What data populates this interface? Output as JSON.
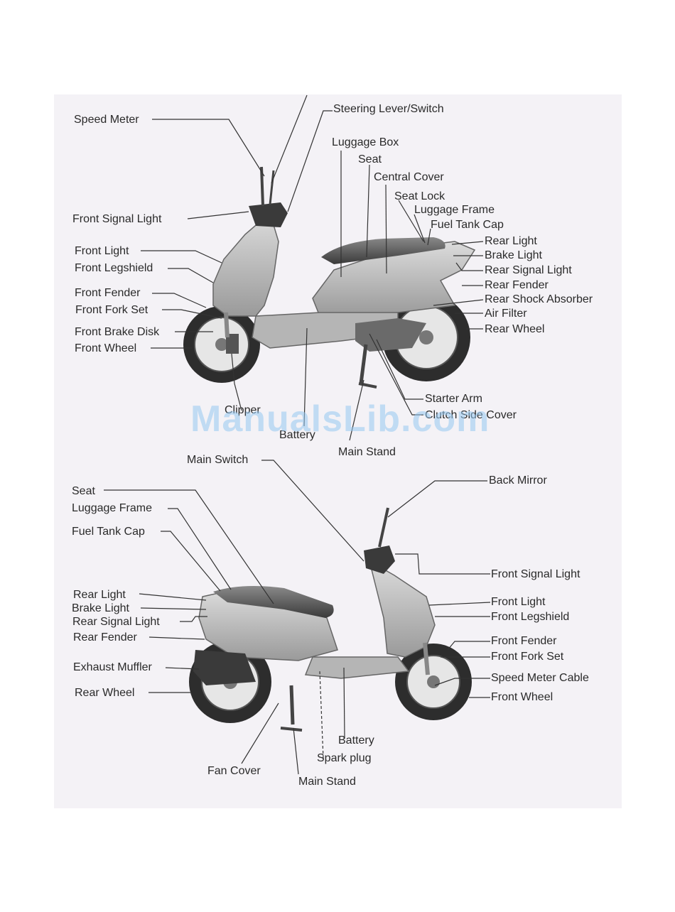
{
  "watermark": "ManualsLib.com",
  "top_view": {
    "labels": {
      "speed_meter": "Speed Meter",
      "steering_lever": "Steering Lever/Switch",
      "luggage_box": "Luggage Box",
      "seat": "Seat",
      "central_cover": "Central Cover",
      "seat_lock": "Seat Lock",
      "luggage_frame": "Luggage Frame",
      "fuel_tank_cap": "Fuel Tank Cap",
      "rear_light": "Rear Light",
      "brake_light": "Brake Light",
      "rear_signal_light": "Rear Signal Light",
      "rear_fender": "Rear Fender",
      "rear_shock_absorber": "Rear Shock Absorber",
      "air_filter": "Air Filter",
      "rear_wheel": "Rear Wheel",
      "front_signal_light": "Front  Signal Light",
      "front_light": "Front Light",
      "front_legshield": "Front Legshield",
      "front_fender": "Front Fender",
      "front_fork_set": "Front Fork Set",
      "front_brake_disk": "Front Brake Disk",
      "front_wheel": "Front Wheel",
      "clipper": "Clipper",
      "battery": "Battery",
      "main_stand": "Main Stand",
      "starter_arm": "Starter Arm",
      "clutch_cover": "Clutch Side Cover"
    }
  },
  "bottom_view": {
    "labels": {
      "main_switch": "Main Switch",
      "back_mirror": "Back Mirror",
      "seat": "Seat",
      "luggage_frame": "Luggage Frame",
      "fuel_tank_cap": "Fuel Tank Cap",
      "front_signal_light": "Front Signal Light",
      "rear_light": "Rear Light",
      "brake_light": "Brake Light",
      "rear_signal_light": "Rear Signal  Light",
      "rear_fender": "Rear Fender",
      "front_light": "Front Light",
      "front_legshield": "Front Legshield",
      "front_fender": "Front Fender",
      "front_fork_set": "Front Fork Set",
      "exhaust_muffler": "Exhaust Muffler",
      "speed_meter_cable": "Speed Meter Cable",
      "rear_wheel": "Rear Wheel",
      "front_wheel": "Front Wheel",
      "battery": "Battery",
      "spark_plug": "Spark plug",
      "fan_cover": "Fan Cover",
      "main_stand": "Main Stand"
    }
  }
}
